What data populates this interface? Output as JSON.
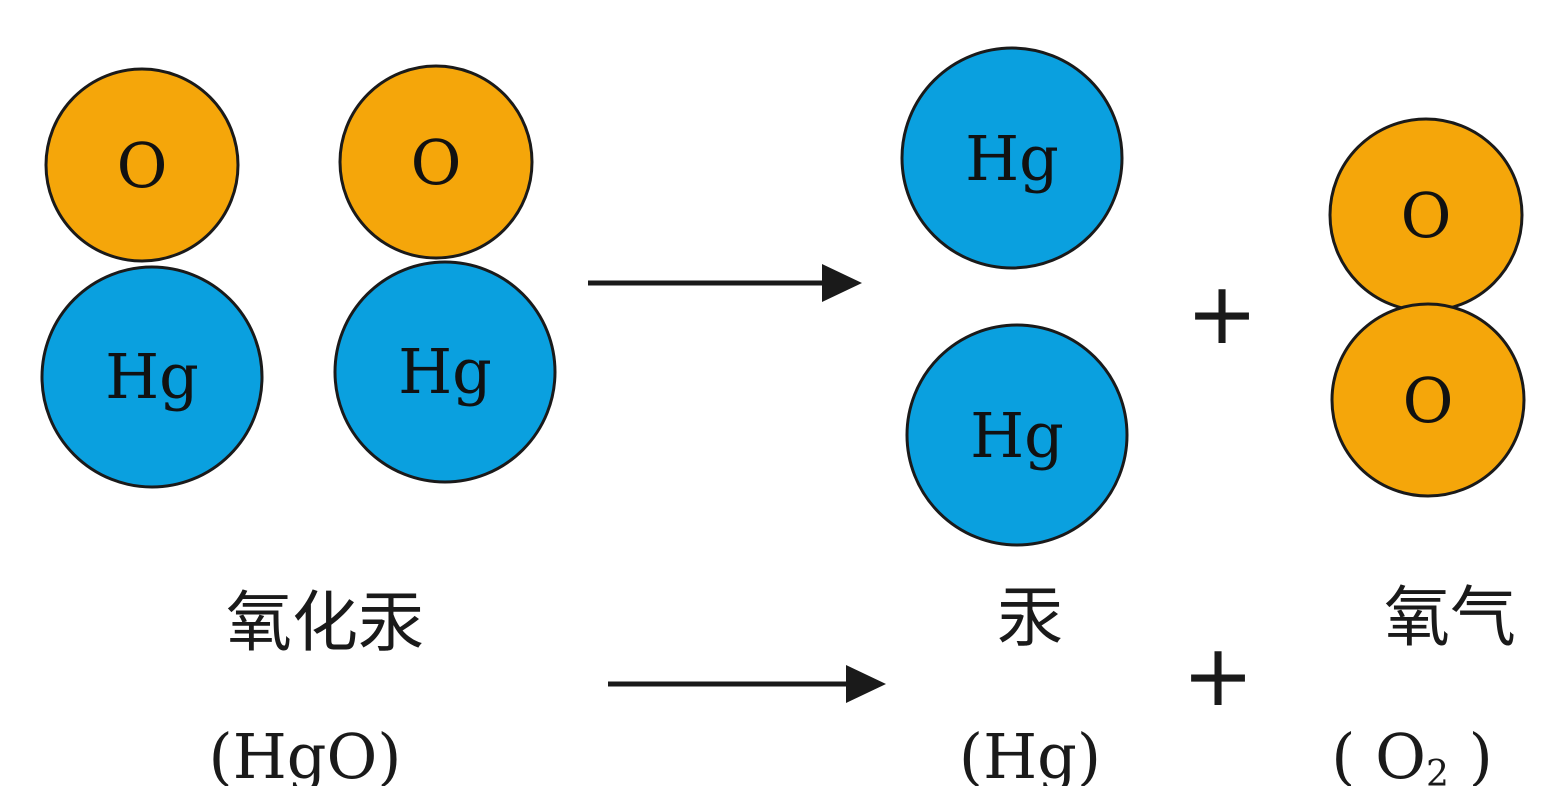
{
  "colors": {
    "oxygen": "#F5A60A",
    "mercury": "#0AA0DF",
    "outline": "#1a1a1a",
    "text": "#1a1a1a"
  },
  "atoms": {
    "oxygen_symbol": "O",
    "mercury_symbol": "Hg"
  },
  "reaction": {
    "plus_sign": "+",
    "reactant": {
      "name": "氧化汞",
      "formula": "(HgO)"
    },
    "product_mercury": {
      "name": "汞",
      "formula": "(Hg)"
    },
    "product_oxygen": {
      "name": "氧气",
      "formula_open": "( O",
      "formula_sub": "2",
      "formula_close": " )"
    }
  }
}
